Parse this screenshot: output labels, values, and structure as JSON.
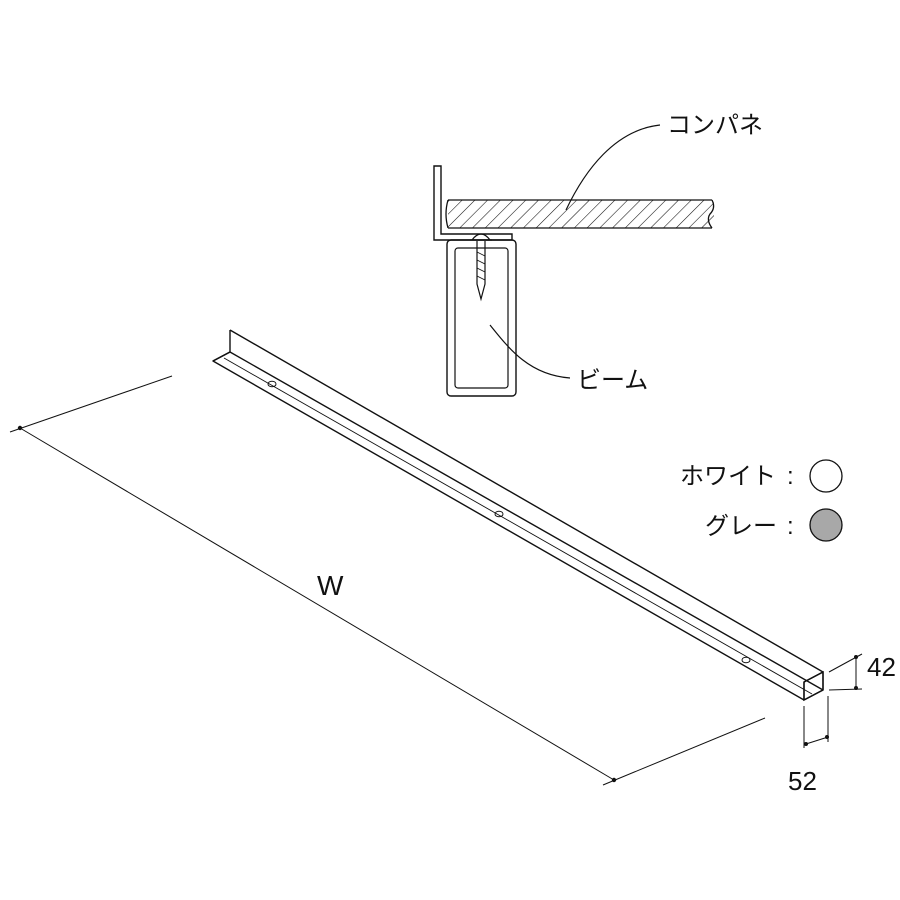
{
  "labels": {
    "panel": "コンパネ",
    "beam": "ビーム"
  },
  "dimensions": {
    "length": "W",
    "height": "42",
    "width": "52"
  },
  "colors": {
    "items": [
      {
        "name": "ホワイト",
        "separator": ":",
        "swatch": "#ffffff"
      },
      {
        "name": "グレー",
        "separator": ":",
        "swatch": "#a8a8a8"
      }
    ]
  },
  "stroke_color": "#111111"
}
